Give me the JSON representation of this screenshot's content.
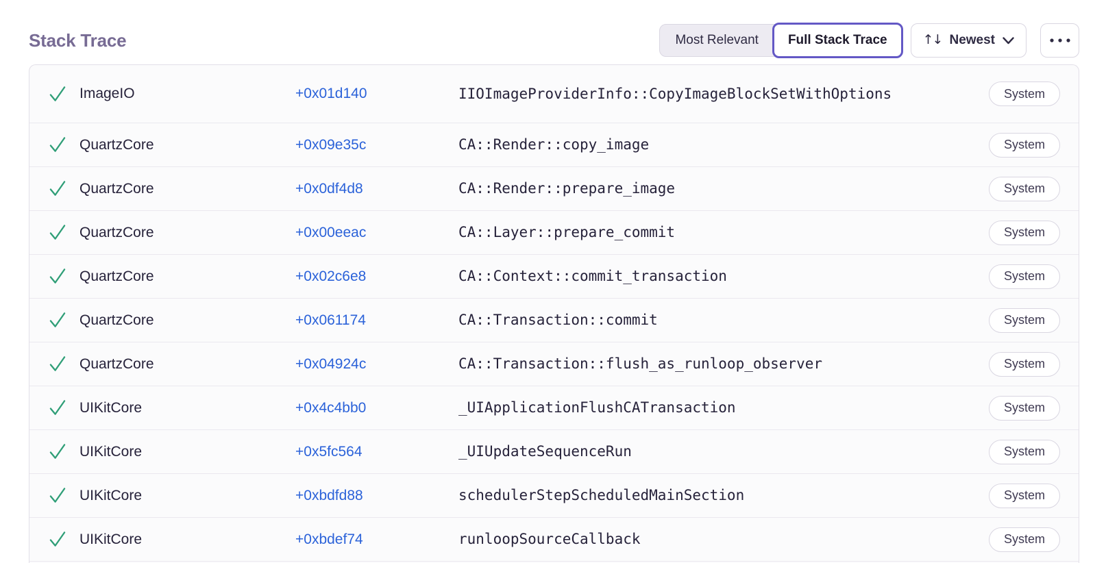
{
  "header": {
    "title": "Stack Trace",
    "view_toggle": [
      {
        "label": "Most Relevant",
        "selected": false
      },
      {
        "label": "Full Stack Trace",
        "selected": true
      }
    ],
    "sort": {
      "glyph": "↑↓",
      "label": "Newest"
    }
  },
  "icons": {
    "sort": "up-down-arrows-icon",
    "chevron": "chevron-down-icon",
    "more": "ellipsis-icon",
    "frame_status": "green-checkmark-icon"
  },
  "colors": {
    "title": "#776b94",
    "accent_purple": "#6358c5",
    "address_blue": "#2b62d9",
    "check_green": "#2f9e77",
    "text_dark": "#26223a",
    "card_border": "#e2dfe8",
    "row_divider": "#eae8ef",
    "segment_bg": "#edebf2",
    "row_bg": "#fbfbfc"
  },
  "frames": [
    {
      "module": "ImageIO",
      "address": "+0x01d140",
      "function": "IIOImageProviderInfo::CopyImageBlockSetWithOptions",
      "badge": "System"
    },
    {
      "module": "QuartzCore",
      "address": "+0x09e35c",
      "function": "CA::Render::copy_image",
      "badge": "System"
    },
    {
      "module": "QuartzCore",
      "address": "+0x0df4d8",
      "function": "CA::Render::prepare_image",
      "badge": "System"
    },
    {
      "module": "QuartzCore",
      "address": "+0x00eeac",
      "function": "CA::Layer::prepare_commit",
      "badge": "System"
    },
    {
      "module": "QuartzCore",
      "address": "+0x02c6e8",
      "function": "CA::Context::commit_transaction",
      "badge": "System"
    },
    {
      "module": "QuartzCore",
      "address": "+0x061174",
      "function": "CA::Transaction::commit",
      "badge": "System"
    },
    {
      "module": "QuartzCore",
      "address": "+0x04924c",
      "function": "CA::Transaction::flush_as_runloop_observer",
      "badge": "System"
    },
    {
      "module": "UIKitCore",
      "address": "+0x4c4bb0",
      "function": "_UIApplicationFlushCATransaction",
      "badge": "System"
    },
    {
      "module": "UIKitCore",
      "address": "+0x5fc564",
      "function": "_UIUpdateSequenceRun",
      "badge": "System"
    },
    {
      "module": "UIKitCore",
      "address": "+0xbdfd88",
      "function": "schedulerStepScheduledMainSection",
      "badge": "System"
    },
    {
      "module": "UIKitCore",
      "address": "+0xbdef74",
      "function": "runloopSourceCallback",
      "badge": "System"
    }
  ]
}
